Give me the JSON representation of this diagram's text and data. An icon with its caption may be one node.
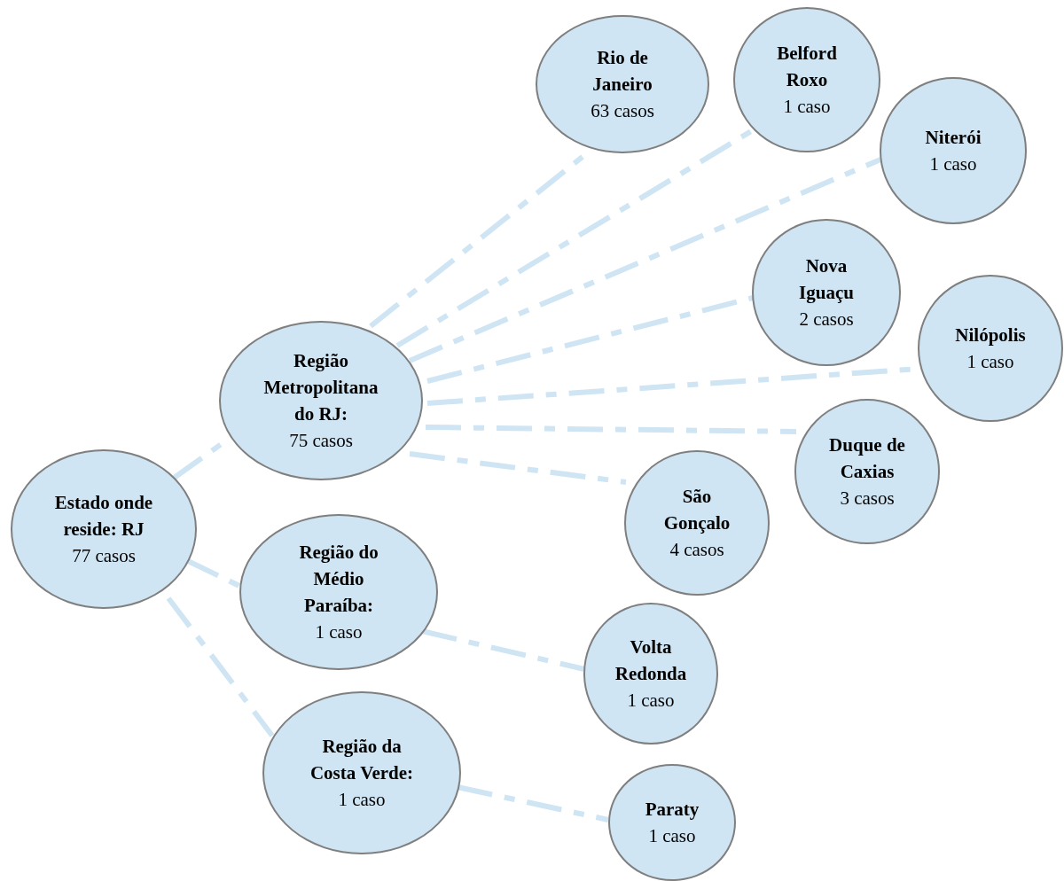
{
  "diagram": {
    "nodes": [
      {
        "text": [
          "Estado onde reside: RJ",
          "77 casos"
        ]
      },
      {
        "text": [
          "Região Metropolitana do RJ:",
          "75 casos"
        ]
      },
      {
        "text": [
          "Região do Médio Paraíba:",
          "1 caso"
        ]
      },
      {
        "text": [
          "Região da Costa Verde:",
          "1 caso"
        ]
      },
      {
        "text": [
          "Rio de Janeiro",
          "63 casos"
        ]
      },
      {
        "text": [
          "Belford Roxo",
          "1 caso"
        ]
      },
      {
        "text": [
          "Niterói",
          "1 caso"
        ]
      },
      {
        "text": [
          "Nova Iguaçu",
          "2 casos"
        ]
      },
      {
        "text": [
          "Nilópolis",
          "1 caso"
        ]
      },
      {
        "text": [
          "Duque de Caxias",
          "3 casos"
        ]
      },
      {
        "text": [
          "São Gonçalo",
          "4 casos"
        ]
      },
      {
        "text": [
          "Volta Redonda",
          "1 caso"
        ]
      },
      {
        "text": [
          "Paraty",
          "1 caso"
        ]
      }
    ],
    "edges": [
      {
        "from": 0,
        "to": 1,
        "arrow": "none"
      },
      {
        "from": 0,
        "to": 2,
        "arrow": "none"
      },
      {
        "from": 0,
        "to": 3,
        "arrow": "none"
      },
      {
        "from": 1,
        "to": 4,
        "arrow": "none"
      },
      {
        "from": 1,
        "to": 5,
        "arrow": "none"
      },
      {
        "from": 1,
        "to": 6,
        "arrow": "none"
      },
      {
        "from": 1,
        "to": 7,
        "arrow": "none"
      },
      {
        "from": 1,
        "to": 8,
        "arrow": "none"
      },
      {
        "from": 1,
        "to": 9,
        "arrow": "none"
      },
      {
        "from": 1,
        "to": 10,
        "arrow": "none"
      },
      {
        "from": 2,
        "to": 11,
        "arrow": "none"
      },
      {
        "from": 3,
        "to": 12,
        "arrow": "none"
      }
    ]
  }
}
